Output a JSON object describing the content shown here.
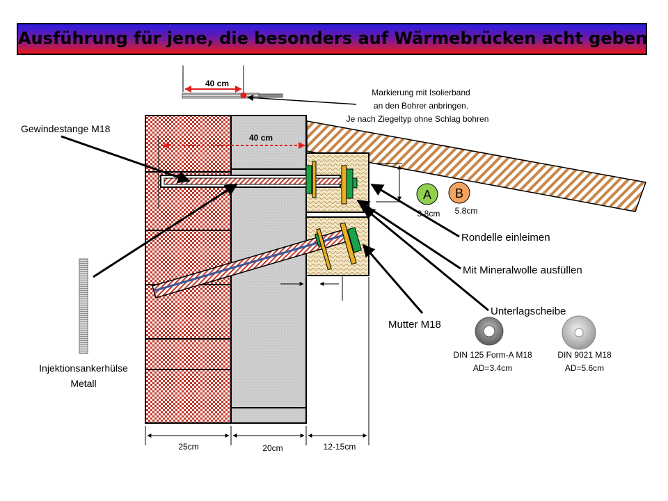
{
  "title": "Ausführung für jene, die besonders auf Wärmebrücken acht geben",
  "drill": {
    "dimension": "40 cm"
  },
  "hole_depth": "40 cm",
  "labels": {
    "marking": [
      "Markierung mit Isolierband",
      "an den Bohrer anbringen.",
      "Je nach Ziegeltyp ohne Schlag bohren"
    ],
    "threaded_rod": "Gewindestange M18",
    "washer_glue": "Rondelle einleimen",
    "mineral_wool": "Mit Mineralwolle ausfüllen",
    "washer": "Unterlagscheibe",
    "nut": "Mutter M18",
    "anchor_sleeve": [
      "Injektionsankerhülse",
      "Metall"
    ]
  },
  "markers": {
    "a": {
      "letter": "A",
      "size": "3.8cm",
      "color": "#92d050"
    },
    "b": {
      "letter": "B",
      "size": "5.8cm",
      "color": "#f4a460"
    }
  },
  "washers": {
    "small": {
      "spec": "DIN 125 Form-A  M18",
      "diameter": "AD=3.4cm"
    },
    "large": {
      "spec": "DIN 9021  M18",
      "diameter": "AD=5.6cm"
    }
  },
  "dimensions": {
    "brick": "25cm",
    "insulation": "20cm",
    "extension": "12-15cm"
  },
  "colors": {
    "brick": "#c0392b",
    "insulation": "#cfcfcf",
    "wood": "#c8864a",
    "green": "#1aa34a",
    "yellow": "#e8b020",
    "red": "#e02020"
  }
}
